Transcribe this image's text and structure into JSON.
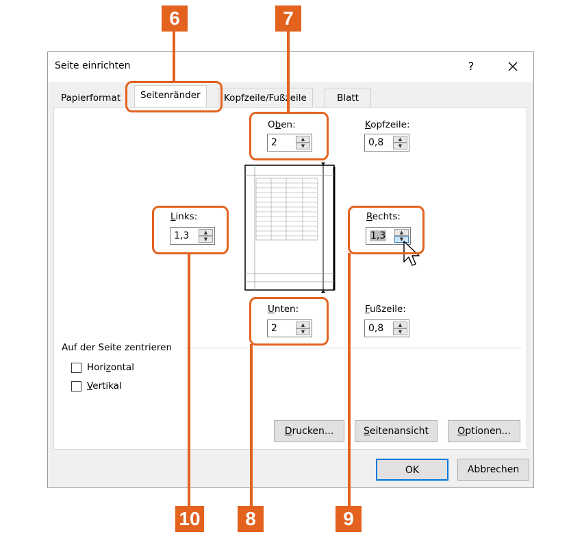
{
  "dialog": {
    "title": "Seite einrichten",
    "help_label": "?",
    "close_label": "✕"
  },
  "tabs": [
    {
      "label": "Papierformat"
    },
    {
      "label": "Seitenränder"
    },
    {
      "label": "Kopfzeile/Fußzeile"
    },
    {
      "label": "Blatt"
    }
  ],
  "margins": {
    "top": {
      "label_pre": "O",
      "label_u": "b",
      "label_post": "en:",
      "value": "2"
    },
    "header": {
      "label_pre": "",
      "label_u": "K",
      "label_post": "opfzeile:",
      "value": "0,8"
    },
    "left": {
      "label_pre": "",
      "label_u": "L",
      "label_post": "inks:",
      "value": "1,3"
    },
    "right": {
      "label_pre": "",
      "label_u": "R",
      "label_post": "echts:",
      "value": "1,3"
    },
    "bottom": {
      "label_pre": "",
      "label_u": "U",
      "label_post": "nten:",
      "value": "2"
    },
    "footer": {
      "label_pre": "",
      "label_u": "F",
      "label_post": "ußzeile:",
      "value": "0,8"
    }
  },
  "center": {
    "group_label": "Auf der Seite zentrieren",
    "horizontal": {
      "label_pre": "Hori",
      "label_u": "z",
      "label_post": "ontal",
      "checked": false
    },
    "vertical": {
      "label_pre": "",
      "label_u": "V",
      "label_post": "ertikal",
      "checked": false
    }
  },
  "buttons": {
    "print": {
      "label_pre": "",
      "label_u": "D",
      "label_post": "rucken..."
    },
    "preview": {
      "label_pre": "",
      "label_u": "S",
      "label_post": "eitenansicht"
    },
    "options": {
      "label_pre": "",
      "label_u": "O",
      "label_post": "ptionen..."
    },
    "ok": "OK",
    "cancel": "Abbrechen"
  },
  "annotations": {
    "n6": "6",
    "n7": "7",
    "n8": "8",
    "n9": "9",
    "n10": "10",
    "color": "#e3621e"
  }
}
